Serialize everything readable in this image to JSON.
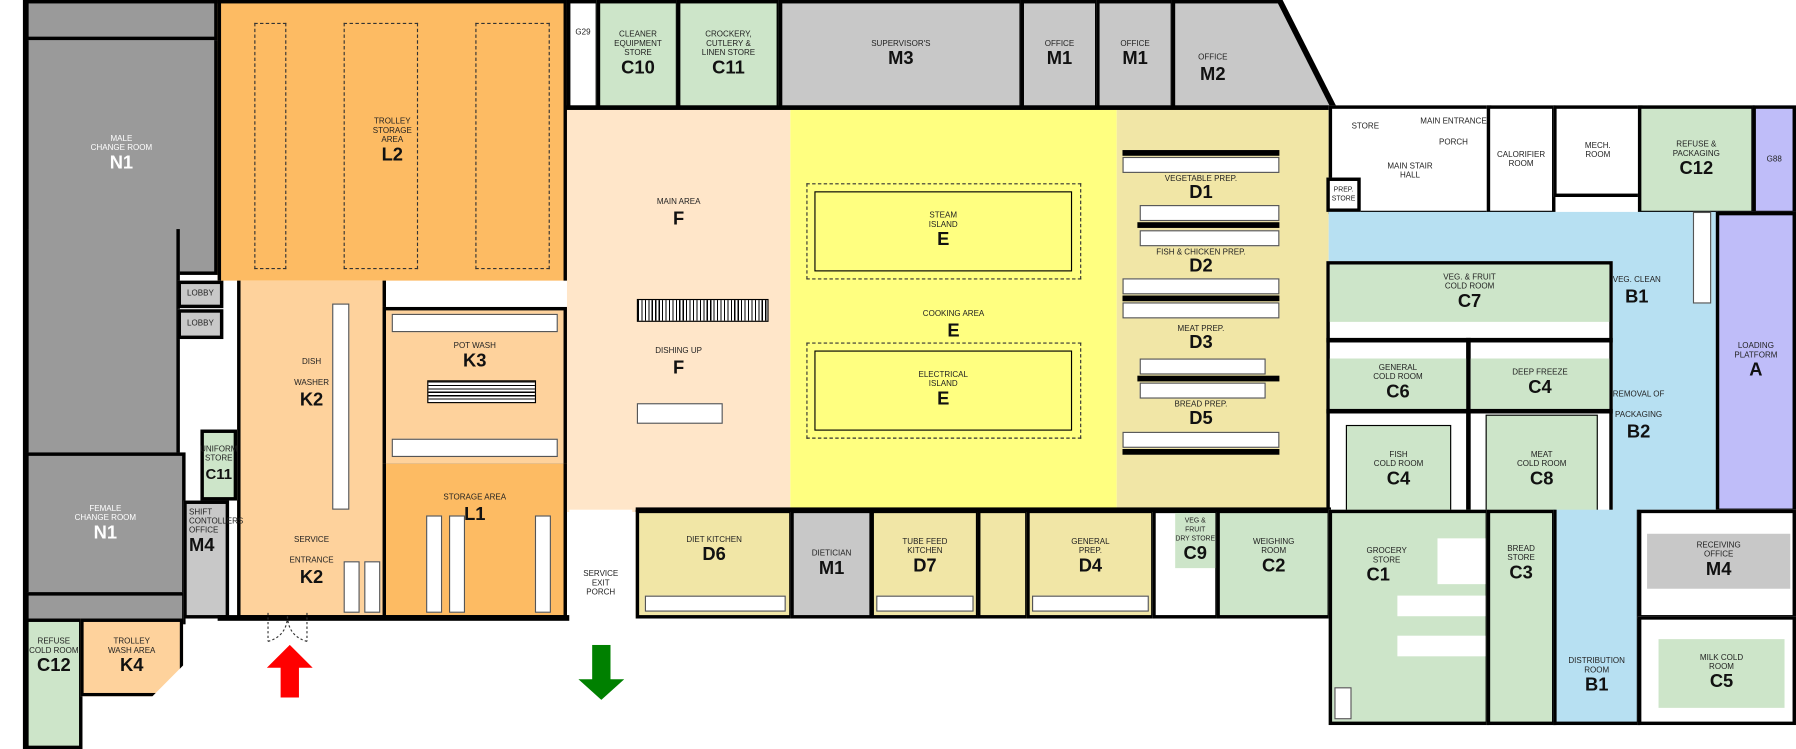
{
  "rooms": {
    "male_change": {
      "label": "MALE\nCHANGE ROOM",
      "code": "N1"
    },
    "female_change": {
      "label": "FEMALE\nCHANGE ROOM",
      "code": "N1"
    },
    "lobby1": {
      "label": "LOBBY"
    },
    "lobby2": {
      "label": "LOBBY"
    },
    "trolley_storage": {
      "label": "TROLLEY\nSTORAGE\nAREA",
      "code": "L2"
    },
    "dish_washer": {
      "label": "DISH\nWASHER",
      "code": "K2"
    },
    "pot_wash": {
      "label": "POT WASH",
      "code": "K3"
    },
    "storage_area": {
      "label": "STORAGE AREA",
      "code": "L1"
    },
    "uniform_store": {
      "label": "UNIFORM\nSTORE",
      "code": "C11"
    },
    "shift_office": {
      "label": "SHIFT\nCONTOLLERS\nOFFICE",
      "code": "M4"
    },
    "service_entrance": {
      "label": "SERVICE\nENTRANCE",
      "code": "K2"
    },
    "refuse_cold": {
      "label": "REFUSE\nCOLD ROOM",
      "code": "C12"
    },
    "trolley_wash": {
      "label": "TROLLEY\nWASH AREA",
      "code": "K4"
    },
    "g29": {
      "label": "G29"
    },
    "cleaner_store": {
      "label": "CLEANER\nEQUIPMENT\nSTORE",
      "code": "C10"
    },
    "crockery_store": {
      "label": "CROCKERY,\nCUTLERY &\nLINEN STORE",
      "code": "C11"
    },
    "supervisors": {
      "label": "SUPERVISOR'S",
      "code": "M3"
    },
    "office1": {
      "label": "OFFICE",
      "code": "M1"
    },
    "office2": {
      "label": "OFFICE",
      "code": "M1"
    },
    "office3": {
      "label": "OFFICE",
      "code": "M2"
    },
    "main_area": {
      "label": "MAIN AREA",
      "code": "F"
    },
    "dishing_up": {
      "label": "DISHING UP",
      "code": "F"
    },
    "steam_island": {
      "label": "STEAM\nISLAND",
      "code": "E"
    },
    "cooking_area": {
      "label": "COOKING AREA",
      "code": "E"
    },
    "electrical_island": {
      "label": "ELECTRICAL\nISLAND",
      "code": "E"
    },
    "veg_prep": {
      "label": "VEGETABLE PREP.",
      "code": "D1"
    },
    "fish_prep": {
      "label": "FISH & CHICKEN PREP.",
      "code": "D2"
    },
    "meat_prep": {
      "label": "MEAT PREP.",
      "code": "D3"
    },
    "bread_prep": {
      "label": "BREAD PREP.",
      "code": "D5"
    },
    "store": {
      "label": "STORE"
    },
    "main_entrance_porch": {
      "label": "MAIN ENTRANCE\nPORCH"
    },
    "main_stair_hall": {
      "label": "MAIN STAIR\nHALL"
    },
    "prep_store": {
      "label": "PREP.\nSTORE"
    },
    "calorifier": {
      "label": "CALORIFIER\nROOM"
    },
    "mech_room": {
      "label": "MECH.\nROOM"
    },
    "refuse_packaging": {
      "label": "REFUSE &\nPACKAGING",
      "code": "C12"
    },
    "g88": {
      "label": "G88"
    },
    "veg_fruit_cold": {
      "label": "VEG. & FRUIT\nCOLD ROOM",
      "code": "C7"
    },
    "general_cold": {
      "label": "GENERAL\nCOLD ROOM",
      "code": "C6"
    },
    "deep_freeze": {
      "label": "DEEP FREEZE",
      "code": "C4"
    },
    "fish_cold": {
      "label": "FISH\nCOLD ROOM",
      "code": "C4"
    },
    "meat_cold": {
      "label": "MEAT\nCOLD ROOM",
      "code": "C8"
    },
    "veg_clean": {
      "label": "VEG. CLEAN",
      "code": "B1"
    },
    "removal_packaging": {
      "label": "REMOVAL OF\nPACKAGING",
      "code": "B2"
    },
    "loading_platform": {
      "label": "LOADING\nPLATFORM",
      "code": "A"
    },
    "service_exit": {
      "label": "SERVICE\nEXIT\nPORCH"
    },
    "diet_kitchen": {
      "label": "DIET KITCHEN",
      "code": "D6"
    },
    "dietician": {
      "label": "DIETICIAN",
      "code": "M1"
    },
    "tube_feed": {
      "label": "TUBE FEED\nKITCHEN",
      "code": "D7"
    },
    "general_prep": {
      "label": "GENERAL\nPREP.",
      "code": "D4"
    },
    "veg_dry_store": {
      "label": "VEG & FRUIT\nDRY STORE",
      "code": "C9"
    },
    "weighing": {
      "label": "WEIGHING\nROOM",
      "code": "C2"
    },
    "grocery": {
      "label": "GROCERY\nSTORE",
      "code": "C1"
    },
    "bread_store": {
      "label": "BREAD\nSTORE",
      "code": "C3"
    },
    "distribution": {
      "label": "DISTRIBUTION\nROOM",
      "code": "B1"
    },
    "receiving": {
      "label": "RECEIVING\nOFFICE",
      "code": "M4"
    },
    "milk_cold": {
      "label": "MILK COLD\nROOM",
      "code": "C5"
    }
  },
  "markers": {
    "entrance_arrow_color": "#ff0000",
    "exit_arrow_color": "#008000"
  }
}
